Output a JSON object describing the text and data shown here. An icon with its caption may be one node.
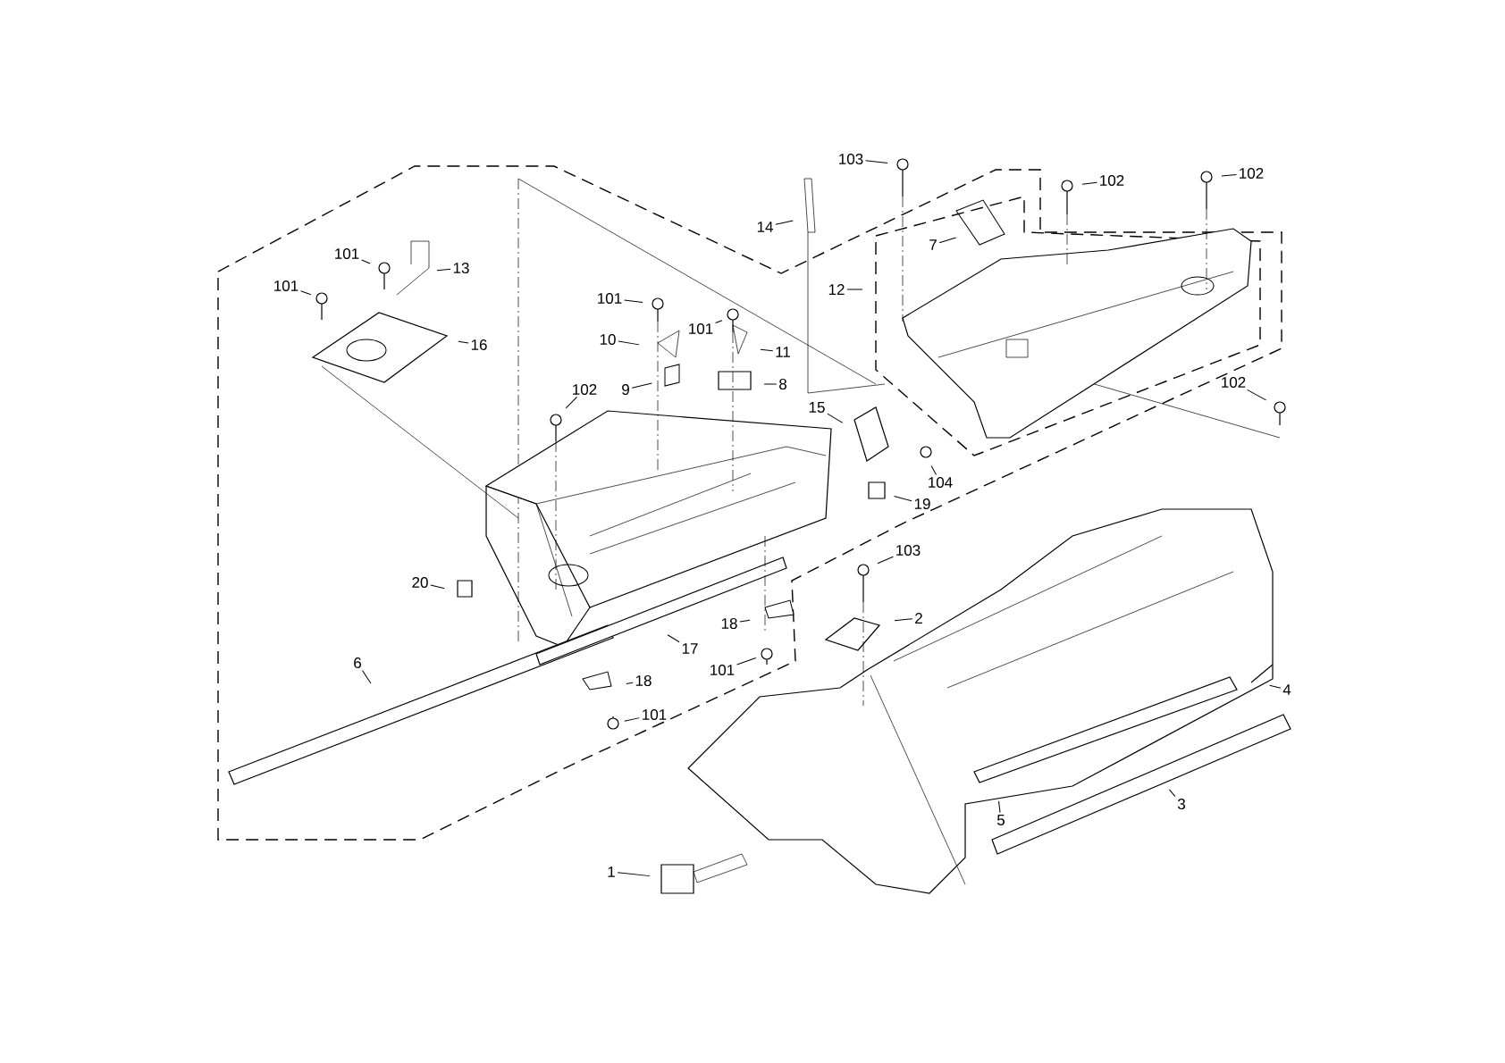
{
  "diagram": {
    "nodes": [
      {
        "text": [
          "101"
        ]
      },
      {
        "text": [
          "101"
        ]
      },
      {
        "text": [
          "13"
        ]
      },
      {
        "text": [
          "16"
        ]
      },
      {
        "text": [
          "103"
        ]
      },
      {
        "text": [
          "14"
        ]
      },
      {
        "text": [
          "102"
        ]
      },
      {
        "text": [
          "102"
        ]
      },
      {
        "text": [
          "7"
        ]
      },
      {
        "text": [
          "12"
        ]
      },
      {
        "text": [
          "101"
        ]
      },
      {
        "text": [
          "101"
        ]
      },
      {
        "text": [
          "10"
        ]
      },
      {
        "text": [
          "11"
        ]
      },
      {
        "text": [
          "9"
        ]
      },
      {
        "text": [
          "8"
        ]
      },
      {
        "text": [
          "102"
        ]
      },
      {
        "text": [
          "15"
        ]
      },
      {
        "text": [
          "104"
        ]
      },
      {
        "text": [
          "19"
        ]
      },
      {
        "text": [
          "102"
        ]
      },
      {
        "text": [
          "20"
        ]
      },
      {
        "text": [
          "103"
        ]
      },
      {
        "text": [
          "2"
        ]
      },
      {
        "text": [
          "18"
        ]
      },
      {
        "text": [
          "101"
        ]
      },
      {
        "text": [
          "17"
        ]
      },
      {
        "text": [
          "6"
        ]
      },
      {
        "text": [
          "18"
        ]
      },
      {
        "text": [
          "101"
        ]
      },
      {
        "text": [
          "4"
        ]
      },
      {
        "text": [
          "5"
        ]
      },
      {
        "text": [
          "3"
        ]
      },
      {
        "text": [
          "1"
        ]
      }
    ],
    "edges": [
      {
        "from": 0,
        "to": null,
        "arrow": "none"
      },
      {
        "from": 1,
        "to": null,
        "arrow": "none"
      },
      {
        "from": 2,
        "to": null,
        "arrow": "none"
      },
      {
        "from": 3,
        "to": null,
        "arrow": "none"
      },
      {
        "from": 4,
        "to": null,
        "arrow": "none"
      },
      {
        "from": 5,
        "to": null,
        "arrow": "none"
      },
      {
        "from": 6,
        "to": null,
        "arrow": "none"
      },
      {
        "from": 7,
        "to": null,
        "arrow": "none"
      },
      {
        "from": 8,
        "to": null,
        "arrow": "none"
      },
      {
        "from": 9,
        "to": null,
        "arrow": "none"
      },
      {
        "from": 10,
        "to": null,
        "arrow": "none"
      },
      {
        "from": 11,
        "to": null,
        "arrow": "none"
      },
      {
        "from": 12,
        "to": null,
        "arrow": "none"
      },
      {
        "from": 13,
        "to": null,
        "arrow": "none"
      },
      {
        "from": 14,
        "to": null,
        "arrow": "none"
      },
      {
        "from": 15,
        "to": null,
        "arrow": "none"
      },
      {
        "from": 16,
        "to": null,
        "arrow": "none"
      },
      {
        "from": 17,
        "to": null,
        "arrow": "none"
      },
      {
        "from": 18,
        "to": null,
        "arrow": "none"
      },
      {
        "from": 19,
        "to": null,
        "arrow": "none"
      },
      {
        "from": 20,
        "to": null,
        "arrow": "none"
      },
      {
        "from": 21,
        "to": null,
        "arrow": "none"
      },
      {
        "from": 22,
        "to": null,
        "arrow": "none"
      },
      {
        "from": 23,
        "to": null,
        "arrow": "none"
      },
      {
        "from": 24,
        "to": null,
        "arrow": "none"
      },
      {
        "from": 25,
        "to": null,
        "arrow": "none"
      },
      {
        "from": 26,
        "to": null,
        "arrow": "none"
      },
      {
        "from": 27,
        "to": null,
        "arrow": "none"
      },
      {
        "from": 28,
        "to": null,
        "arrow": "none"
      },
      {
        "from": 29,
        "to": null,
        "arrow": "none"
      },
      {
        "from": 30,
        "to": null,
        "arrow": "none"
      },
      {
        "from": 31,
        "to": null,
        "arrow": "none"
      },
      {
        "from": 32,
        "to": null,
        "arrow": "none"
      },
      {
        "from": 33,
        "to": null,
        "arrow": "none"
      }
    ]
  }
}
